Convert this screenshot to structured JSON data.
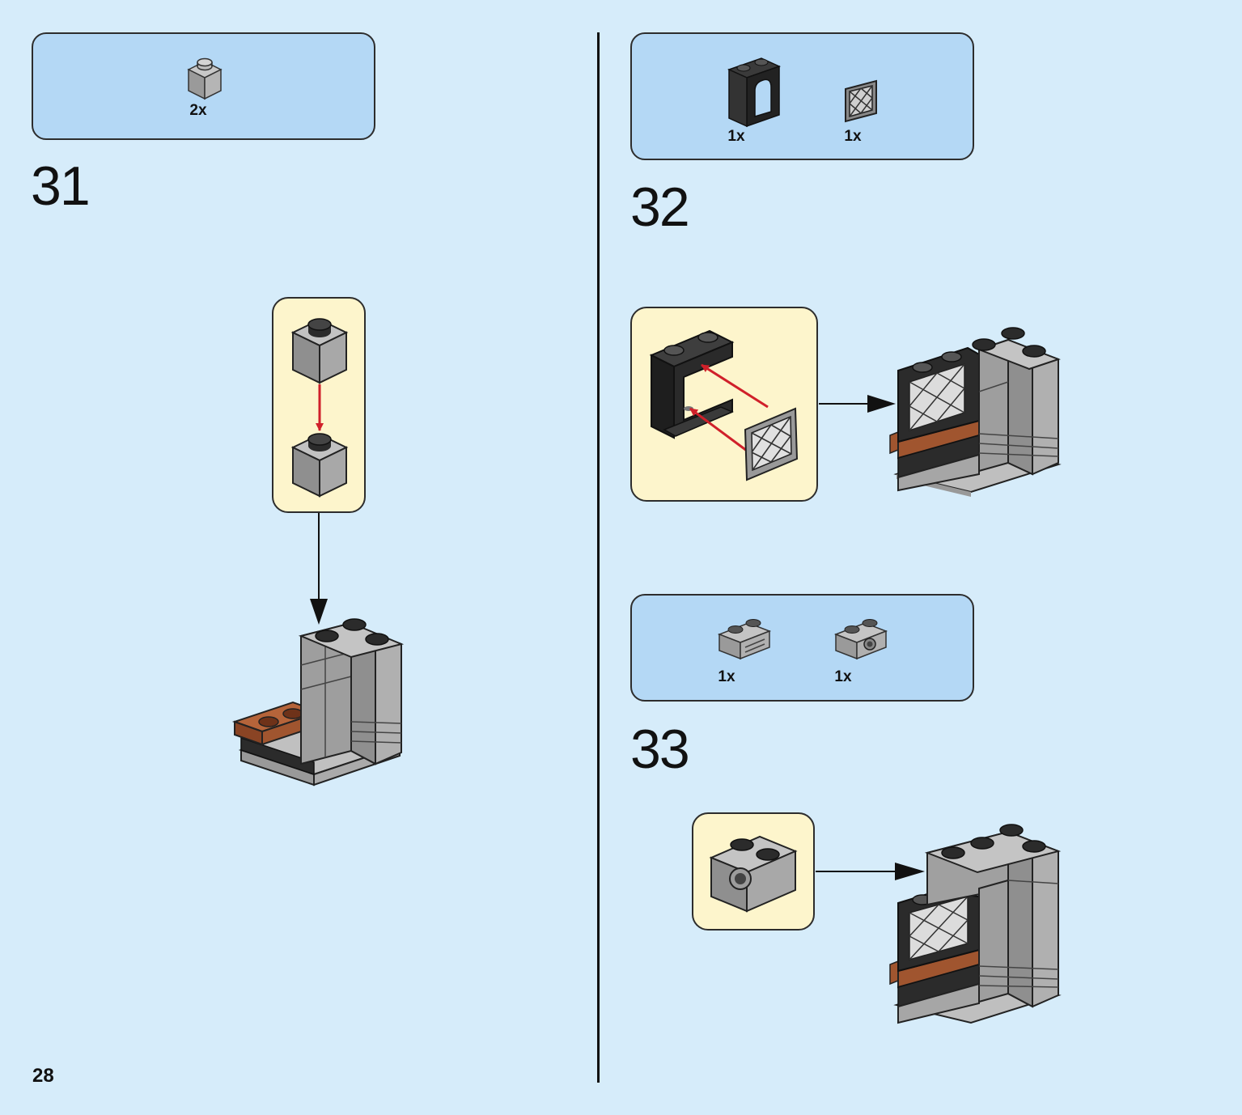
{
  "page": {
    "number": "28"
  },
  "steps": [
    {
      "number": "31",
      "parts": [
        {
          "icon": "gray-brick-1x1-icon",
          "qty": "2x"
        }
      ]
    },
    {
      "number": "32",
      "parts": [
        {
          "icon": "black-window-frame-icon",
          "qty": "1x"
        },
        {
          "icon": "lattice-glass-pane-icon",
          "qty": "1x"
        }
      ]
    },
    {
      "number": "33",
      "parts": [
        {
          "icon": "gray-brick-1x2-grooved-icon",
          "qty": "1x"
        },
        {
          "icon": "gray-brick-1x2-stud-side-icon",
          "qty": "1x"
        }
      ]
    }
  ],
  "colors": {
    "background": "#d6ecfa",
    "parts_box": "#b4d8f5",
    "callout": "#fdf5cc",
    "brick_gray": "#a3a3a3",
    "brick_dark": "#2b2b2b",
    "brick_brown": "#a0552f",
    "arrow_red": "#d0202a"
  }
}
